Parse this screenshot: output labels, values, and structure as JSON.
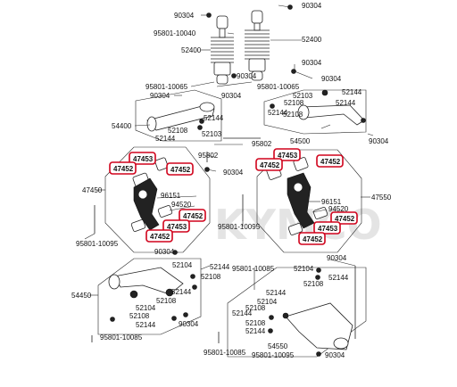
{
  "watermark": "KYMCO",
  "labels": {
    "a90304": "90304",
    "b90304": "90304",
    "c95801_10040": "95801-10040",
    "d52400": "52400",
    "e52400": "52400",
    "f90304": "90304",
    "g90304": "90304",
    "h95801_10065": "95801-10065",
    "i95801_10065": "95801-10065",
    "j90304": "90304",
    "k90304": "90304",
    "l90304": "90304",
    "m52103": "52103",
    "n52144": "52144",
    "o52108": "52108",
    "p52144": "52144",
    "q52108": "52108",
    "r52144": "52144",
    "s54400": "54400",
    "t52144": "52144",
    "u52108": "52108",
    "v52103": "52103",
    "w52144": "52144",
    "x54500": "54500",
    "y90304": "90304",
    "z95802": "95802",
    "aa95802": "95802",
    "ab90304": "90304",
    "ac47450": "47450",
    "ad96151": "96151",
    "ae94520": "94520",
    "af95801_10095": "95801-10095",
    "ag95801_10095": "95801-10095",
    "ah47550": "47550",
    "ai96151": "96151",
    "aj94520": "94520",
    "ak90304": "90304",
    "al90304": "90304",
    "am52104": "52104",
    "an52144": "52144",
    "ao52108": "52108",
    "ap54450": "54450",
    "aq52144": "52144",
    "ar52108": "52108",
    "as52104": "52104",
    "at52108": "52108",
    "au52144": "52144",
    "av95801_10085": "95801-10085",
    "aw95801_10085": "95801-10085",
    "ax90304": "90304",
    "ay52104": "52104",
    "az52144": "52144",
    "ba52108": "52108",
    "bb52144": "52144",
    "bc52104": "52104",
    "bd52144": "52144",
    "be52108": "52108",
    "bf52108": "52108",
    "bg52144": "52144",
    "bh54550": "54550",
    "bi95801_10085": "95801-10085",
    "bj95801_10095": "95801-10095",
    "bk90304": "90304"
  },
  "highlighted": {
    "h1": "47453",
    "h2": "47452",
    "h3": "47452",
    "h4": "47452",
    "h5": "47453",
    "h6": "47452",
    "h7": "47453",
    "h8": "47452",
    "h9": "47452",
    "h10": "47452",
    "h11": "47453",
    "h12": "47452"
  }
}
